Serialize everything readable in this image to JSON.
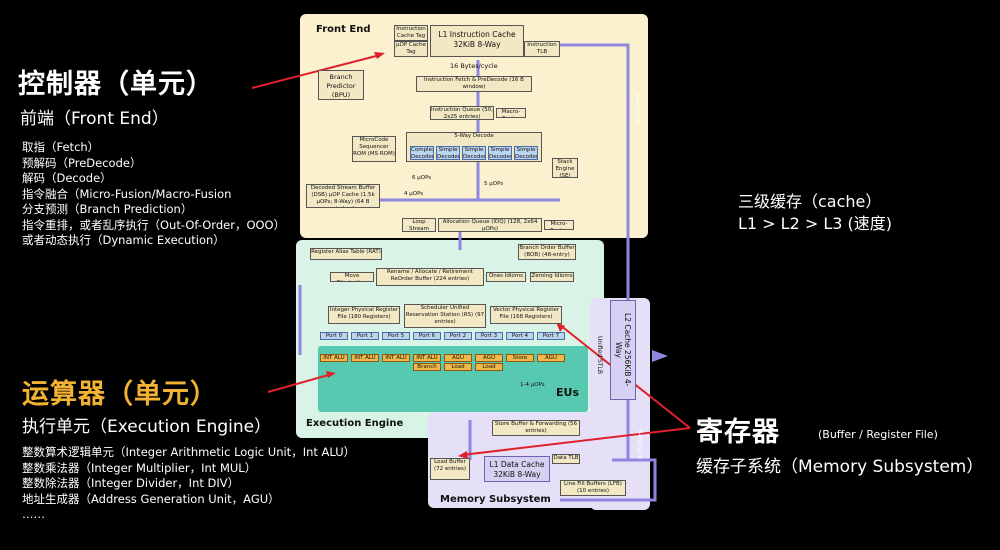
{
  "left": {
    "controller_title": "控制器（单元）",
    "controller_sub": "前端（Front End）",
    "controller_list": [
      "取指（Fetch）",
      "预解码（PreDecode）",
      "解码（Decode）",
      "指令融合（Micro-Fusion/Macro-Fusion",
      "分支预测（Branch Prediction）",
      "指令重排，或者乱序执行（Out-Of-Order，OOO）",
      "或者动态执行（Dynamic Execution）"
    ],
    "alu_title": "运算器（单元）",
    "alu_sub": "执行单元（Execution Engine）",
    "alu_list": [
      "整数算术逻辑单元（Integer Arithmetic Logic Unit，Int ALU）",
      "整数乘法器（Integer Multiplier，Int MUL）",
      "整数除法器（Integer Divider，Int DIV）",
      "地址生成器（Address Generation Unit，AGU）",
      "……"
    ]
  },
  "right": {
    "cache_title": "三级缓存（cache）",
    "cache_sub": "L1 > L2 > L3 (速度)",
    "reg_title": "寄存器",
    "reg_note": "(Buffer / Register File)",
    "reg_sub": "缓存子系统（Memory Subsystem）"
  },
  "diagram": {
    "front_end": "Front End",
    "execution_engine": "Execution Engine",
    "memory_subsystem": "Memory Subsystem",
    "eus": "EUs",
    "icache_tag": "Instruction Cache Tag",
    "uop_cache_tag": "µOP Cache Tag",
    "l1_icache": "L1 Instruction Cache 32KiB 8-Way",
    "itlb": "Instruction TLB",
    "bytes_cycle": "16 Bytes/cycle",
    "bpu": "Branch Predictor (BPU)",
    "fetch": "Instruction Fetch & PreDecode (16 B window)",
    "iq": "Instruction Queue (50, 2x25 entries)",
    "macro_fusion": "Macro-Fusion",
    "decode": "5-Way Decode",
    "msrom": "MicroCode Sequencer ROM (MS ROM)",
    "complex_dec": "Complex Decoder",
    "simple_dec": "Simple Decoder",
    "stack_engine": "Stack Engine (SE)",
    "dsb": "Decoded Stream Buffer (DSB) µOP Cache (1.5k µOPs; 8-Way) (64 B window)",
    "lsd": "Loop Stream Detector (LSD)",
    "idq": "Allocation Queue (IDQ) (128, 2x64 µOPs)",
    "micro_fusion": "Micro-Fusion",
    "rat": "Register Alias Table (RAT)",
    "bob": "Branch Order Buffer (BOB) (48-entry)",
    "move_elim": "Move Elimination",
    "rob": "Rename / Allocate / Retirement ReOrder Buffer (224 entries)",
    "ones_idioms": "Ones Idioms",
    "zeroing_idioms": "Zeroing Idioms",
    "int_rf": "Integer Physical Register File (180 Registers)",
    "scheduler": "Scheduler Unified Reservation Station (RS) (97 entries)",
    "vec_rf": "Vector Physical Register File (168 Registers)",
    "ports": [
      "Port 0",
      "Port 1",
      "Port 5",
      "Port 6",
      "Port 2",
      "Port 3",
      "Port 4",
      "Port 7"
    ],
    "eu_labels": [
      "INT ALU",
      "INT ALU",
      "INT ALU",
      "INT ALU",
      "AGU",
      "AGU",
      "Store Data",
      "AGU",
      "Branch",
      "Load Data",
      "Load Data"
    ],
    "l2": "L2 Cache 256KiB 4-Way",
    "unified_tlb": "Unified STLB",
    "store_buffer": "Store Buffer & Forwarding (56 entries)",
    "load_buffer": "Load Buffer (72 entries)",
    "l1d": "L1 Data Cache 32KiB 8-Way",
    "dtlb": "Data TLB",
    "lfb": "Line Fill Buffers (LFB) (10 entries)",
    "bw_64": "64B/cycle",
    "uops_6": "6 µOPs",
    "uops_5": "5 µOPs",
    "uops_4": "4 µOPs",
    "muops": "1-4 µOPs"
  }
}
